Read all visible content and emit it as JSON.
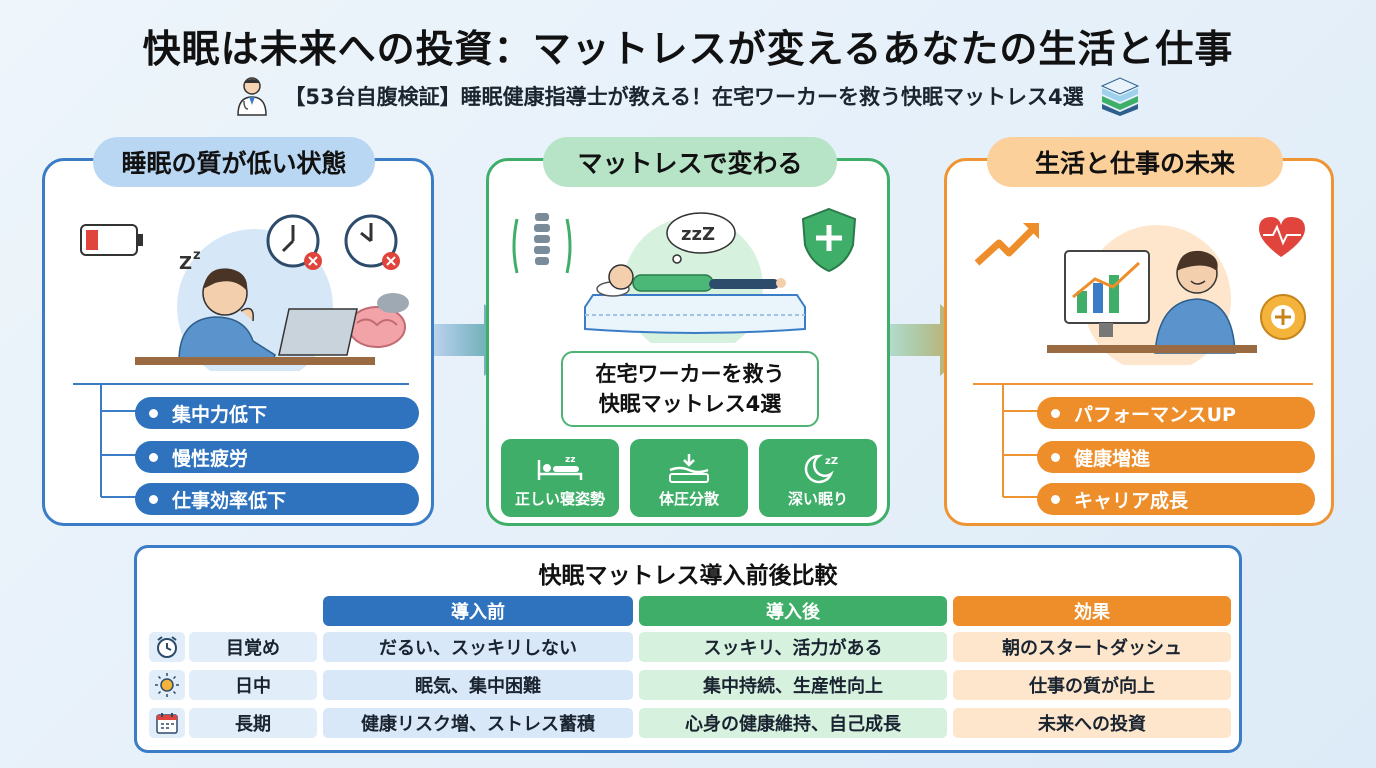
{
  "header": {
    "title": "快眠は未来への投資：マットレスが変えるあなたの生活と仕事",
    "subtitle": "【53台自腹検証】睡眠健康指導士が教える！在宅ワーカーを救う快眠マットレス4選"
  },
  "panels": {
    "left": {
      "heading": "睡眠の質が低い状態",
      "bullets": [
        "集中力低下",
        "慢性疲労",
        "仕事効率低下"
      ]
    },
    "middle": {
      "heading": "マットレスで変わる",
      "caption_line1": "在宅ワーカーを救う",
      "caption_line2": "快眠マットレス4選",
      "features": [
        "正しい寝姿勢",
        "体圧分散",
        "深い眠り"
      ]
    },
    "right": {
      "heading": "生活と仕事の未来",
      "bullets": [
        "パフォーマンスUP",
        "健康増進",
        "キャリア成長"
      ]
    }
  },
  "comparison": {
    "title": "快眠マットレス導入前後比較",
    "columns": [
      "導入前",
      "導入後",
      "効果"
    ],
    "rows": [
      {
        "label": "目覚め",
        "icon": "alarm-clock-icon",
        "before": "だるい、スッキリしない",
        "after": "スッキリ、活力がある",
        "effect": "朝のスタートダッシュ"
      },
      {
        "label": "日中",
        "icon": "sun-icon",
        "before": "眠気、集中困難",
        "after": "集中持続、生産性向上",
        "effect": "仕事の質が向上"
      },
      {
        "label": "長期",
        "icon": "calendar-icon",
        "before": "健康リスク増、ストレス蓄積",
        "after": "心身の健康維持、自己成長",
        "effect": "未来への投資"
      }
    ]
  },
  "colors": {
    "blue": "#2f73bf",
    "green": "#3fae69",
    "orange": "#ee8e2b"
  }
}
